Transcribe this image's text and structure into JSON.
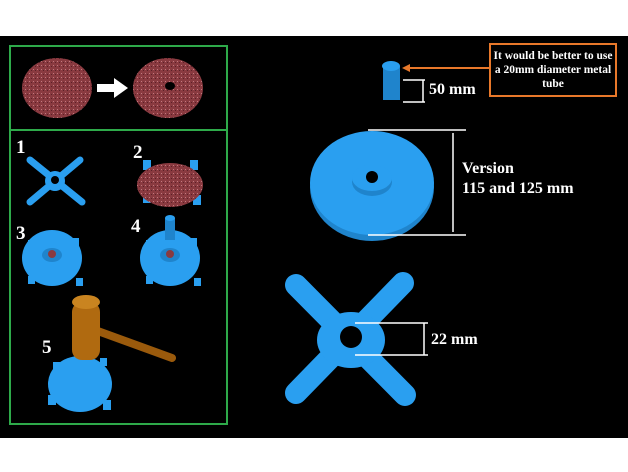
{
  "steps": [
    "1",
    "2",
    "3",
    "4",
    "5"
  ],
  "dimensions": {
    "tube_height": "50 mm",
    "version_line1": "Version",
    "version_line2": "115 and 125 mm",
    "hole": "22 mm"
  },
  "note": "It would be better to use a 20mm diameter metal tube",
  "colors": {
    "part": "#2a9ff0",
    "frame": "#2eaa4a",
    "note_border": "#e8782a",
    "sandpaper": "#8a3a40",
    "hammer": "#b06a10"
  }
}
